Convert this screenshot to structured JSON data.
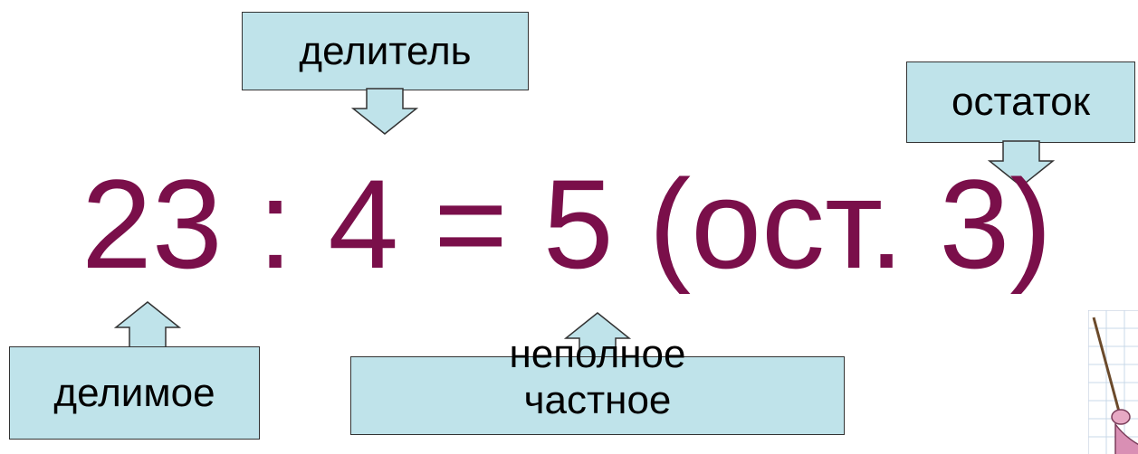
{
  "equation": "23 : 4 = 5 (ост. 3)",
  "labels": {
    "divisor": "делитель",
    "remainder": "остаток",
    "dividend": "делимое",
    "quotient_line1": "неполное",
    "quotient_line2": "частное"
  },
  "colors": {
    "equation_text": "#7a0f4a",
    "callout_fill": "#bfe3ea",
    "callout_border": "#333333"
  },
  "icons": {
    "corner_picture": "pointer-stick-cartoon"
  }
}
